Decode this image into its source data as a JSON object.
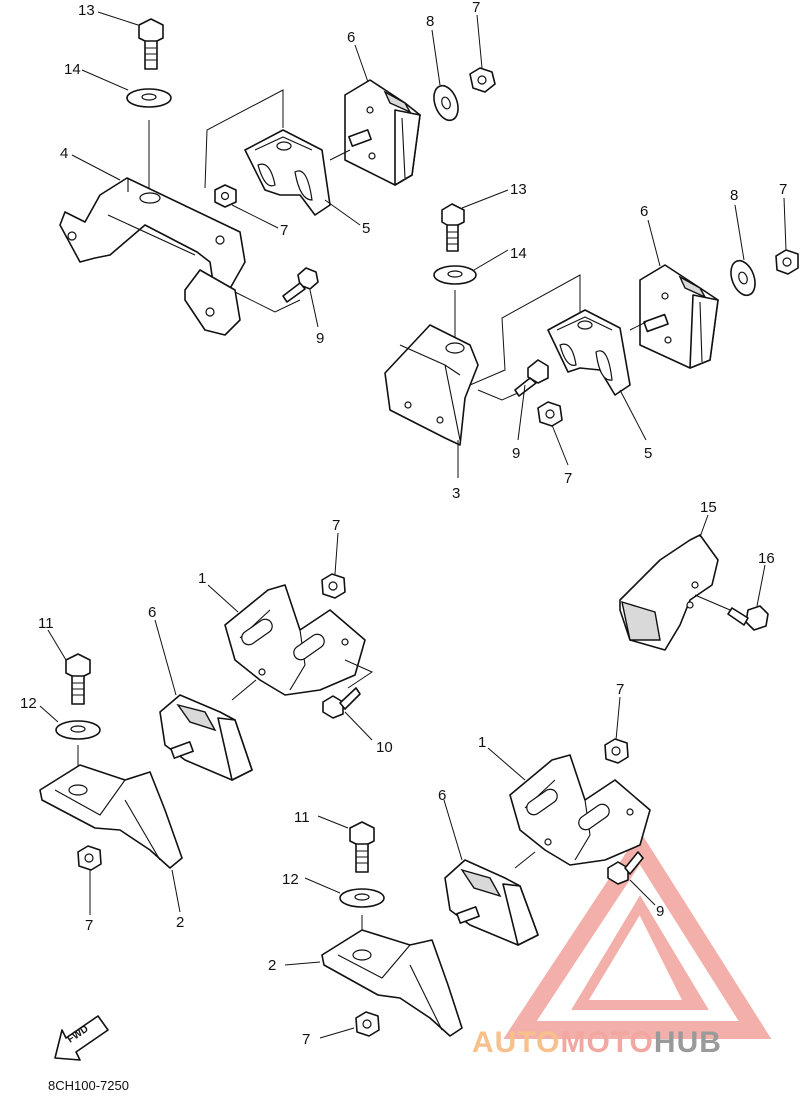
{
  "diagram": {
    "code": "8CH100-7250",
    "fwd_label": "FWD",
    "callouts": {
      "c1a": "1",
      "c1b": "1",
      "c2a": "2",
      "c2b": "2",
      "c3": "3",
      "c4": "4",
      "c5a": "5",
      "c5b": "5",
      "c6a": "6",
      "c6b": "6",
      "c6c": "6",
      "c6d": "6",
      "c7a": "7",
      "c7b": "7",
      "c7c": "7",
      "c7d": "7",
      "c7e": "7",
      "c7f": "7",
      "c7g": "7",
      "c7h": "7",
      "c8a": "8",
      "c8b": "8",
      "c9a": "9",
      "c9b": "9",
      "c9c": "9",
      "c10": "10",
      "c11a": "11",
      "c11b": "11",
      "c12a": "12",
      "c12b": "12",
      "c13a": "13",
      "c13b": "13",
      "c14a": "14",
      "c14b": "14",
      "c15": "15",
      "c16": "16"
    }
  },
  "watermark": {
    "text_auto": "AUTO",
    "text_moto": "MOTO",
    "text_hub": "HUB",
    "color_accent": "#f2a7a0",
    "color_orange": "#f8c08a",
    "color_dark": "#9a9a9a"
  }
}
